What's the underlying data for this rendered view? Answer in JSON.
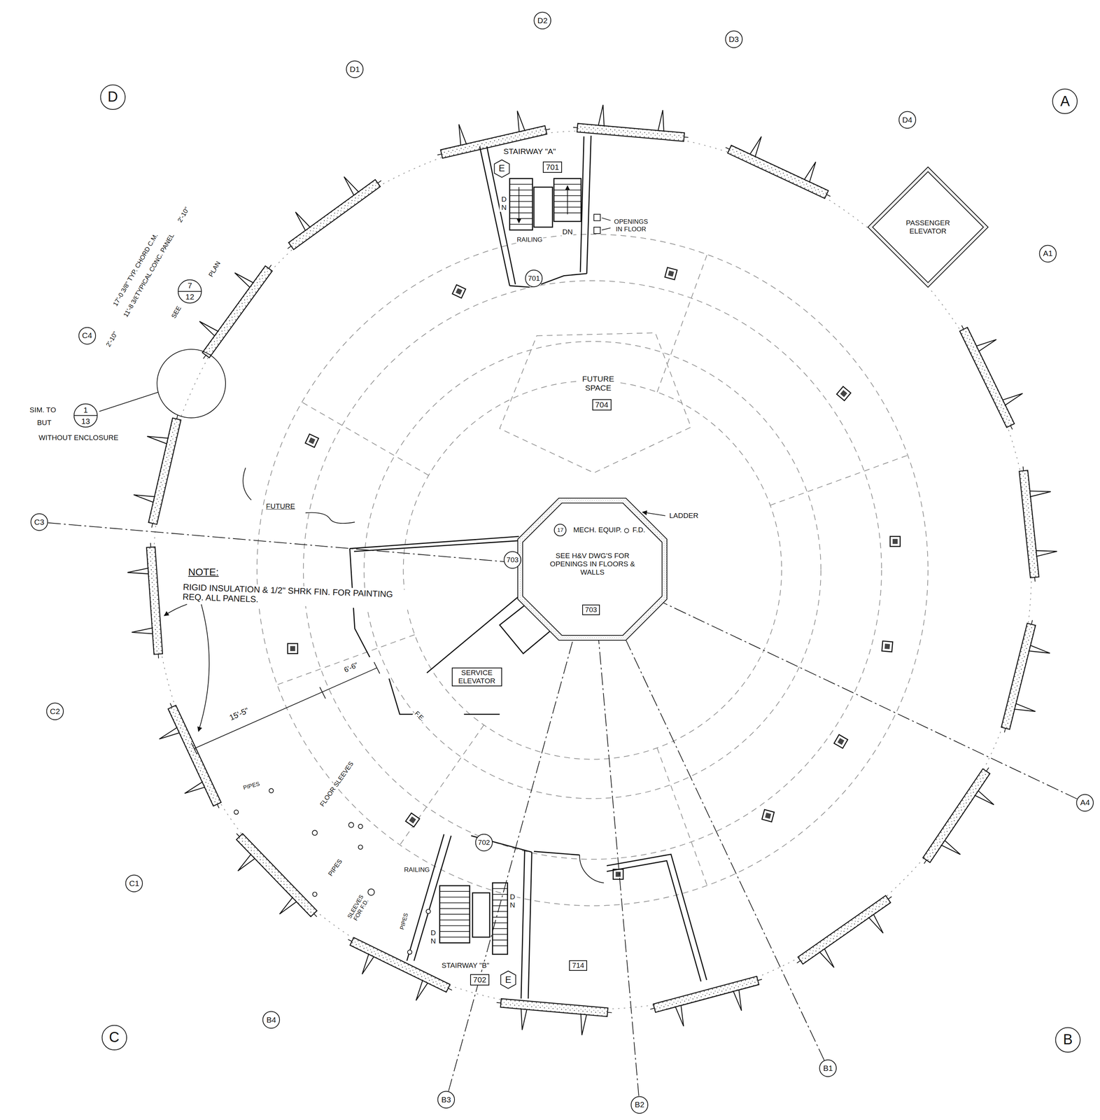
{
  "diagram": {
    "nodes": [
      {
        "text": [
          "D2"
        ]
      },
      {
        "text": [
          "D3"
        ]
      },
      {
        "text": [
          "D1"
        ]
      },
      {
        "text": [
          "D"
        ]
      },
      {
        "text": [
          "A"
        ]
      },
      {
        "text": [
          "D4"
        ]
      },
      {
        "text": [
          "E"
        ]
      },
      {
        "text": [
          "701"
        ]
      },
      {
        "text": [
          "PASSENGER ELEVATOR"
        ]
      },
      {
        "text": [
          "A1"
        ]
      },
      {
        "text": [
          "701"
        ]
      },
      {
        "text": [
          "7",
          "12"
        ]
      },
      {
        "text": [
          "C4"
        ]
      },
      {
        "text": [
          "1",
          "13"
        ]
      },
      {
        "text": [
          "704"
        ]
      },
      {
        "text": [
          "C3"
        ]
      },
      {
        "text": [
          "MECH. EQUIP.",
          "F.D.",
          "SEE H&V DWG'S FOR OPENINGS IN FLOORS & WALLS"
        ]
      },
      {
        "text": [
          "17"
        ],
        "in": 16
      },
      {
        "text": [
          "703"
        ],
        "in": 16
      },
      {
        "text": [
          "703"
        ]
      },
      {
        "text": [
          "SERVICE ELEVATOR"
        ]
      },
      {
        "text": [
          "C2"
        ]
      },
      {
        "text": [
          "A4"
        ]
      },
      {
        "text": [
          "702"
        ]
      },
      {
        "text": [
          "C1"
        ]
      },
      {
        "text": [
          "714"
        ]
      },
      {
        "text": [
          "702"
        ]
      },
      {
        "text": [
          "E"
        ]
      },
      {
        "text": [
          "B4"
        ]
      },
      {
        "text": [
          "C"
        ]
      },
      {
        "text": [
          "B"
        ]
      },
      {
        "text": [
          "B1"
        ]
      },
      {
        "text": [
          "B3"
        ]
      },
      {
        "text": [
          "B2"
        ]
      }
    ],
    "edges": [
      {
        "from": 15,
        "to": 16,
        "arrow": "none"
      },
      {
        "from": 22,
        "to": 16,
        "arrow": "none"
      },
      {
        "from": 31,
        "to": 16,
        "arrow": "none"
      },
      {
        "from": 33,
        "to": 16,
        "arrow": "none"
      },
      {
        "from": 32,
        "to": 16,
        "arrow": "none"
      }
    ],
    "labels": [
      "STAIRWAY \"A\"",
      "DN",
      "DN",
      "OPENINGS IN FLOOR",
      "RAILING",
      "17'-0 3/8\" TYP. CHORD C.M.",
      "2'-10\"",
      "11'-8 3/8\"",
      "TYPICAL CONC. PANEL",
      "2'-10\"",
      "SEE",
      "PLAN",
      "SIM. TO",
      "BUT",
      "WITHOUT ENCLOSURE",
      "FUTURE SPACE",
      "FUTURE",
      "LADDER",
      "NOTE:",
      "RIGID INSULATION & 1/2\" SHRK FIN. FOR PAINTING REQ. ALL PANELS.",
      "6'-6\"",
      "15'-5\"",
      "F.E.",
      "PIPES",
      "FLOOR SLEEVES",
      "PIPES",
      "SLEEVES FOR F.D.",
      "RAILING",
      "DN",
      "DN",
      "PIPES",
      "STAIRWAY \"B\""
    ]
  }
}
